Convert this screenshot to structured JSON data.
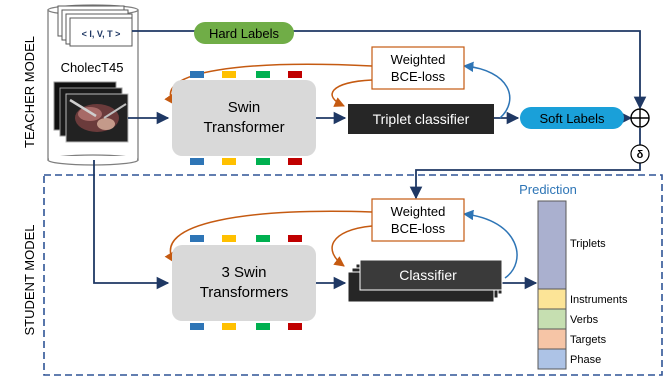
{
  "teacher": {
    "section_label": "TEACHER MODEL",
    "annotation_doc": "< I, V, T >",
    "dataset_label": "CholecT45",
    "hard_labels": "Hard Labels",
    "loss_line1": "Weighted",
    "loss_line2": "BCE-loss",
    "backbone_line1": "Swin",
    "backbone_line2": "Transformer",
    "classifier": "Triplet classifier",
    "soft_labels": "Soft Labels",
    "combine_symbol": "⊕",
    "delta_symbol": "δ"
  },
  "student": {
    "section_label": "STUDENT MODEL",
    "loss_line1": "Weighted",
    "loss_line2": "BCE-loss",
    "backbone_line1": "3 Swin",
    "backbone_line2": "Transformers",
    "classifier": "Classifier",
    "prediction_title": "Prediction",
    "prediction_segments": [
      {
        "label": "Triplets",
        "color": "#aab0cf"
      },
      {
        "label": "Instruments",
        "color": "#fce497"
      },
      {
        "label": "Verbs",
        "color": "#c6dfb1"
      },
      {
        "label": "Targets",
        "color": "#f6c5a6"
      },
      {
        "label": "Phase",
        "color": "#adc3e6"
      }
    ]
  },
  "colors": {
    "arrow_blue": "#1f3864",
    "arrow_orange": "#c55a11",
    "arrow_lightblue": "#2e75b6",
    "hard_label_green": "#70ad47",
    "soft_label_blue": "#1aa0d9",
    "classifier_dark": "#262626",
    "backbone_gray": "#d9d9d9",
    "section_dash": "#2f5496",
    "token_colors": [
      "#2e75b6",
      "#ffc000",
      "#00b050",
      "#c00000"
    ]
  }
}
